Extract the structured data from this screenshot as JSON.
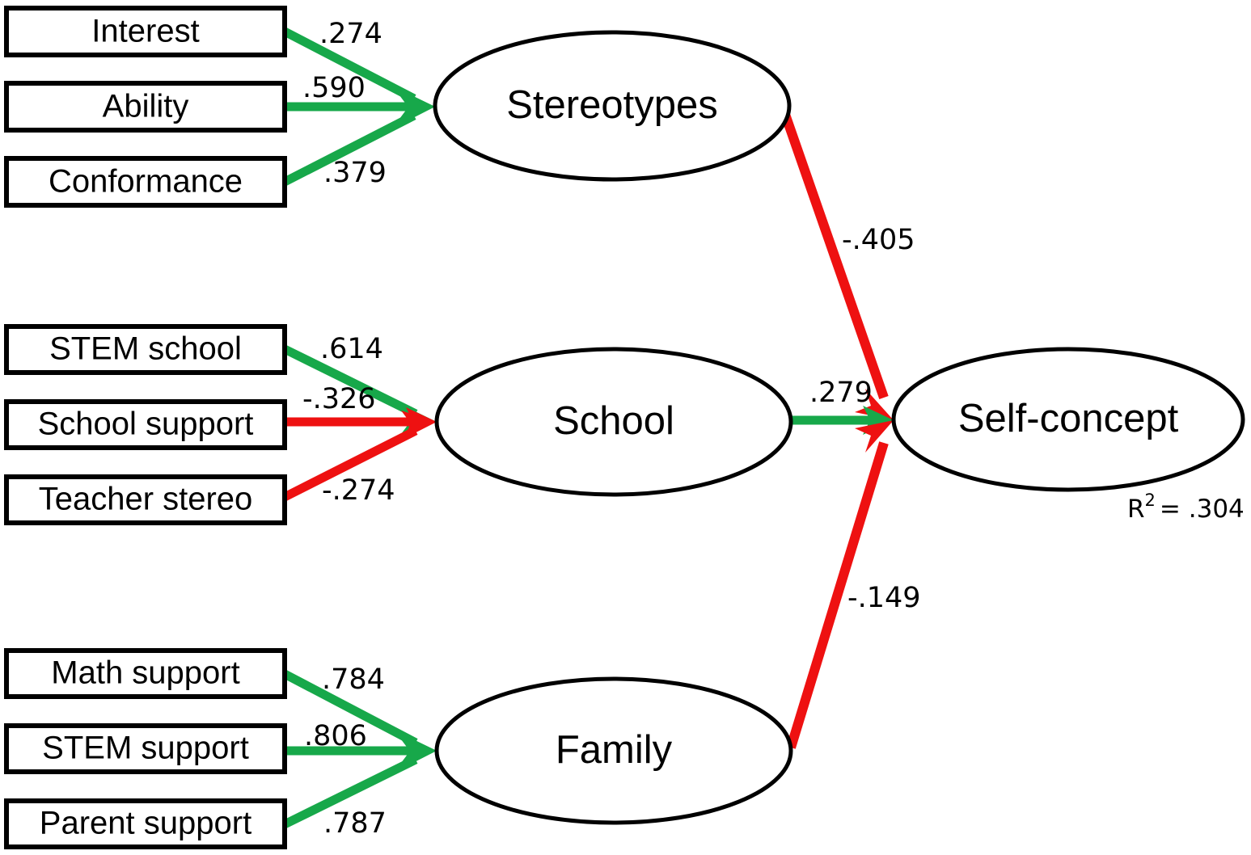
{
  "figure": {
    "type": "path-diagram",
    "title": "",
    "background_color": "#FFFFFF",
    "positive_color": "#17A84A",
    "negative_color": "#EE1111",
    "node_stroke_color": "#000000"
  },
  "chart_data": {
    "type": "diagram",
    "title": "",
    "nodes": {
      "indicators": [
        {
          "id": "interest",
          "label": "Interest",
          "group": "stereotypes"
        },
        {
          "id": "ability",
          "label": "Ability",
          "group": "stereotypes"
        },
        {
          "id": "conformance",
          "label": "Conformance",
          "group": "stereotypes"
        },
        {
          "id": "stem_school",
          "label": "STEM school",
          "group": "school"
        },
        {
          "id": "school_support",
          "label": "School support",
          "group": "school"
        },
        {
          "id": "teacher_stereo",
          "label": "Teacher stereo",
          "group": "school"
        },
        {
          "id": "math_support",
          "label": "Math support",
          "group": "family"
        },
        {
          "id": "stem_support",
          "label": "STEM support",
          "group": "family"
        },
        {
          "id": "parent_support",
          "label": "Parent support",
          "group": "family"
        }
      ],
      "latents": [
        {
          "id": "stereotypes",
          "label": "Stereotypes"
        },
        {
          "id": "school",
          "label": "School"
        },
        {
          "id": "family",
          "label": "Family"
        },
        {
          "id": "selfconcept",
          "label": "Self-concept",
          "r2_prefix": "R",
          "r2_exponent": "2",
          "r2_value": "= .304"
        }
      ]
    },
    "paths": [
      {
        "from": "interest",
        "to": "stereotypes",
        "coefficient": ".274",
        "value": 0.274,
        "sign": "positive"
      },
      {
        "from": "ability",
        "to": "stereotypes",
        "coefficient": ".590",
        "value": 0.59,
        "sign": "positive"
      },
      {
        "from": "conformance",
        "to": "stereotypes",
        "coefficient": ".379",
        "value": 0.379,
        "sign": "positive"
      },
      {
        "from": "stem_school",
        "to": "school",
        "coefficient": ".614",
        "value": 0.614,
        "sign": "positive"
      },
      {
        "from": "school_support",
        "to": "school",
        "coefficient": "-.326",
        "value": -0.326,
        "sign": "negative"
      },
      {
        "from": "teacher_stereo",
        "to": "school",
        "coefficient": "-.274",
        "value": -0.274,
        "sign": "negative"
      },
      {
        "from": "math_support",
        "to": "family",
        "coefficient": ".784",
        "value": 0.784,
        "sign": "positive"
      },
      {
        "from": "stem_support",
        "to": "family",
        "coefficient": ".806",
        "value": 0.806,
        "sign": "positive"
      },
      {
        "from": "parent_support",
        "to": "family",
        "coefficient": ".787",
        "value": 0.787,
        "sign": "positive"
      },
      {
        "from": "stereotypes",
        "to": "selfconcept",
        "coefficient": "-.405",
        "value": -0.405,
        "sign": "negative"
      },
      {
        "from": "school",
        "to": "selfconcept",
        "coefficient": ".279",
        "value": 0.279,
        "sign": "positive"
      },
      {
        "from": "family",
        "to": "selfconcept",
        "coefficient": "-.149",
        "value": -0.149,
        "sign": "negative"
      }
    ]
  }
}
